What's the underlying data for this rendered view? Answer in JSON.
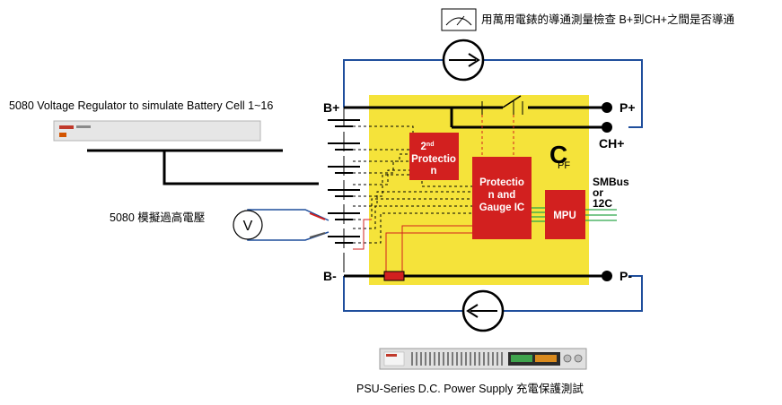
{
  "meter_legend": "用萬用電錶的導通測量檢查 B+到CH+之間是否導通",
  "regulator_title": "5080 Voltage Regulator to simulate Battery Cell 1~16",
  "overvoltage_label": "5080 模擬過高電壓",
  "voltmeter_symbol": "V",
  "terminals": {
    "b_plus": "B+",
    "b_minus": "B-",
    "p_plus": "P+",
    "ch_plus": "CH+",
    "p_minus": "P-"
  },
  "protection2": {
    "sup": "nd",
    "line1": "2",
    "line2": "Protectio",
    "line3": "n"
  },
  "protection_ic": {
    "line1": "Protectio",
    "line2": "n and",
    "line3": "Gauge IC"
  },
  "mpu_label": "MPU",
  "cpf": {
    "big": "C",
    "small": "PF"
  },
  "smbus": {
    "line1": "SMBus",
    "line2": "or",
    "line3": "12C"
  },
  "psu_caption": "PSU-Series D.C. Power Supply 充電保護測試",
  "colors": {
    "board": "#f5e33a",
    "ic_red": "#d2201f",
    "wire_blue": "#1f4e9c",
    "trace_green": "#2ea84a"
  }
}
